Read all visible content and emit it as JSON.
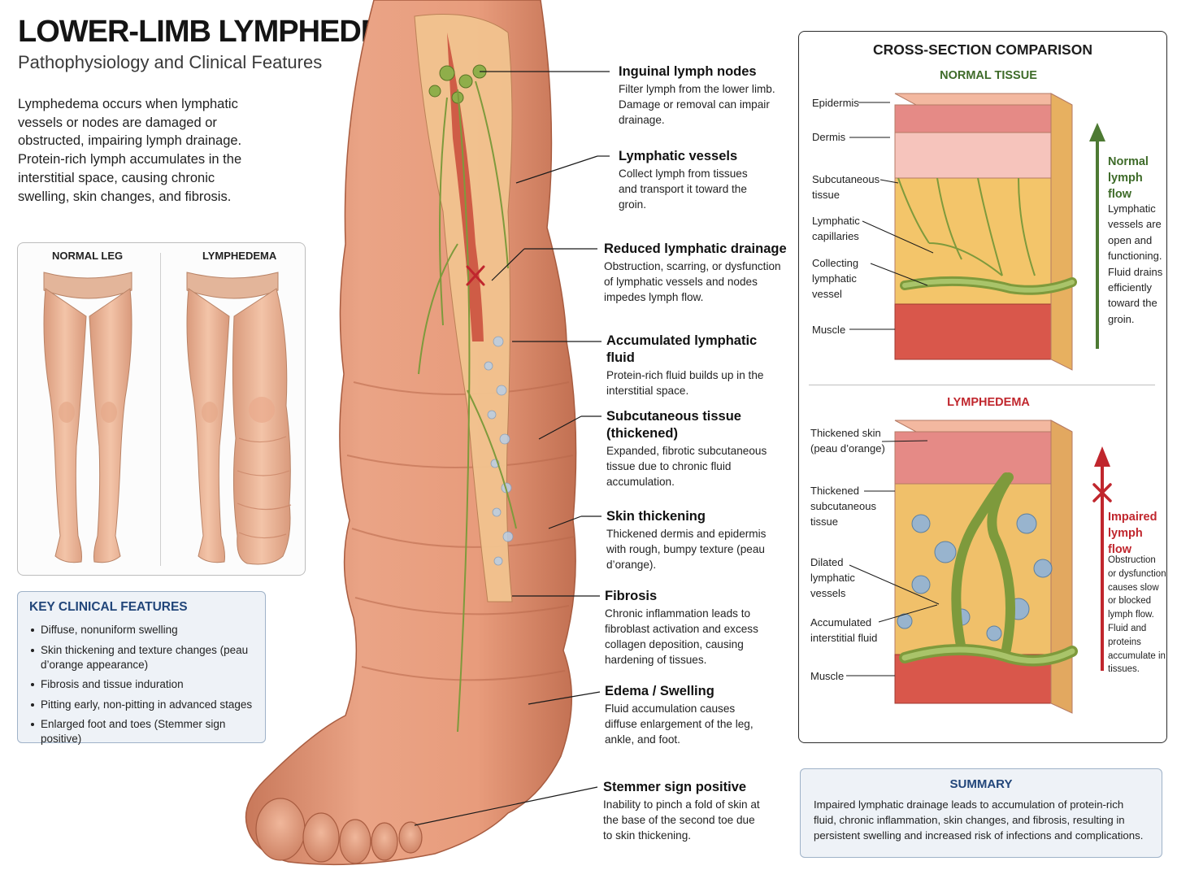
{
  "header": {
    "title": "LOWER-LIMB LYMPHEDEMA",
    "subtitle": "Pathophysiology and Clinical Features"
  },
  "intro": "Lymphedema occurs when lymphatic vessels or nodes are damaged or obstructed, impairing lymph drainage. Protein-rich lymph accumulates in the interstitial space, causing chronic swelling, skin changes, and fibrosis.",
  "comparison": {
    "normal_label": "NORMAL LEG",
    "lymphedema_label": "LYMPHEDEMA"
  },
  "key_features": {
    "title": "KEY CLINICAL FEATURES",
    "items": [
      "Diffuse, nonuniform swelling",
      "Skin thickening and texture changes (peau d’orange appearance)",
      "Fibrosis and tissue induration",
      "Pitting early, non-pitting in advanced stages",
      "Enlarged foot and toes (Stemmer sign positive)"
    ]
  },
  "callouts": [
    {
      "title": "Inguinal lymph nodes",
      "text": "Filter lymph from the lower limb. Damage or removal can impair drainage."
    },
    {
      "title": "Lymphatic vessels",
      "text": "Collect lymph from tissues and transport it toward the groin."
    },
    {
      "title": "Reduced lymphatic drainage",
      "text": "Obstruction, scarring, or dysfunction of lymphatic vessels and nodes impedes lymph flow."
    },
    {
      "title": "Accumulated lymphatic fluid",
      "text": "Protein-rich fluid builds up in the interstitial space."
    },
    {
      "title": "Subcutaneous tissue (thickened)",
      "text": "Expanded, fibrotic subcutaneous tissue due to chronic fluid accumulation."
    },
    {
      "title": "Skin thickening",
      "text": "Thickened dermis and epidermis with rough, bumpy texture (peau d’orange)."
    },
    {
      "title": "Fibrosis",
      "text": "Chronic inflammation leads to fibroblast activation and excess collagen deposition, causing hardening of tissues."
    },
    {
      "title": "Edema / Swelling",
      "text": "Fluid accumulation causes diffuse enlargement of the leg, ankle, and foot."
    },
    {
      "title": "Stemmer sign positive",
      "text": "Inability to pinch a fold of skin at the base of the second toe due to skin thickening."
    }
  ],
  "cross_section": {
    "title": "CROSS-SECTION COMPARISON",
    "normal": {
      "title": "NORMAL TISSUE",
      "labels": [
        "Epidermis",
        "Dermis",
        "Subcutaneous tissue",
        "Lymphatic capillaries",
        "Collecting lymphatic vessel",
        "Muscle"
      ],
      "flow_title": "Normal lymph flow",
      "flow_text": "Lymphatic vessels are open and functioning. Fluid drains efficiently toward the groin."
    },
    "lymphedema": {
      "title": "LYMPHEDEMA",
      "labels": [
        "Thickened skin (peau d’orange)",
        "Thickened subcutaneous tissue",
        "Dilated lymphatic vessels",
        "Accumulated interstitial fluid",
        "Muscle"
      ],
      "flow_title": "Impaired lymph flow",
      "flow_text": "Obstruction or dysfunction causes slow or blocked lymph flow. Fluid and proteins accumulate in tissues."
    }
  },
  "summary": {
    "title": "SUMMARY",
    "text": "Impaired lymphatic drainage leads to accumulation of protein-rich fluid, chronic inflammation, skin changes, and fibrosis, resulting in persistent swelling and increased risk of infections and complications."
  },
  "colors": {
    "skin": "#e8a486",
    "lymph_green": "#7e9a3c",
    "alert_red": "#c0262d",
    "panel_blue": "#22467a"
  }
}
